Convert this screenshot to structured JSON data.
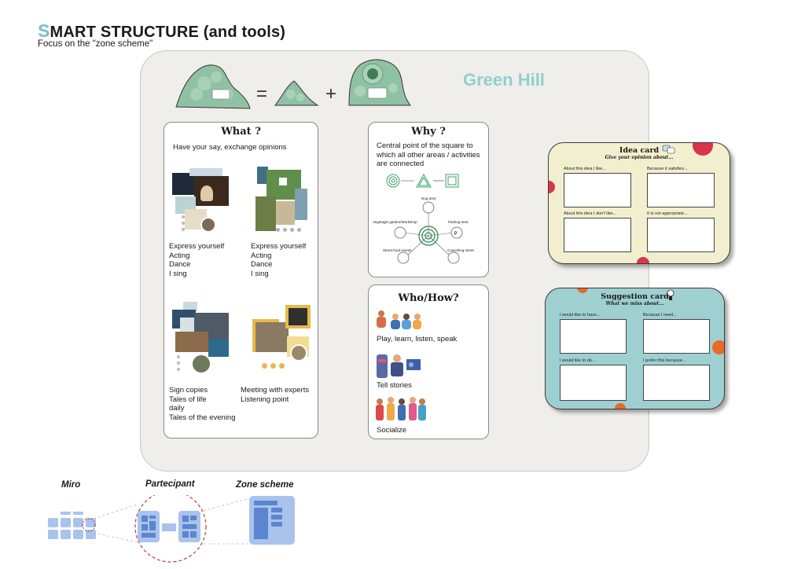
{
  "header": {
    "title_first_letter": "S",
    "title_rest": "MART STRUCTURE (and tools)",
    "subtitle": "Focus on the \"zone scheme\""
  },
  "board": {
    "zone_name": "Green Hill",
    "equals": "=",
    "plus": "+"
  },
  "what": {
    "title": "What ?",
    "intro": "Have your say, exchange opinions",
    "blocks": [
      {
        "lines": [
          "Express yourself",
          "Acting",
          "Dance",
          "I sing"
        ]
      },
      {
        "lines": [
          "Express yourself",
          "Acting",
          "Dance",
          "I sing"
        ]
      },
      {
        "lines": [
          "Sign copies",
          "Tales of life",
          "daily",
          "Tales of the evening"
        ]
      },
      {
        "lines": [
          "Meeting with experts",
          "Listening point"
        ]
      }
    ]
  },
  "why": {
    "title": "Why ?",
    "text": [
      "Central point of the square to",
      "which all other areas / activities",
      "are connected"
    ],
    "diagram_labels": [
      "Dog area",
      "Vegetagle garden/Workshop",
      "Parking area",
      "Street food events",
      "Coworking street"
    ]
  },
  "who": {
    "title": "Who/How?",
    "items": [
      "Play, learn, listen, speak",
      "Tell stories",
      "Socialize"
    ]
  },
  "idea_card": {
    "title": "Idea card",
    "subtitle": "Give your opinion about...",
    "labels": [
      "About this idea I like...",
      "Because it satisfies...",
      "About this idea I don't like...",
      "It is not appropriate..."
    ],
    "accent_color": "#d8344d"
  },
  "suggestion_card": {
    "title": "Suggestion card",
    "subtitle": "What we miss about...",
    "labels": [
      "I would like to have...",
      "Because I need...",
      "I would like to do...",
      "I prefer this because..."
    ],
    "accent_color": "#e8692a"
  },
  "bottom": {
    "labels": [
      "Miro",
      "Partecipant",
      "Zone scheme"
    ],
    "accent_color": "#6f99d6"
  },
  "colors": {
    "teal_title": "#7bbfc3",
    "green_hill": "#8fcfcf",
    "board_bg": "#f0eeea",
    "hill_green": "#8fc2a4"
  }
}
